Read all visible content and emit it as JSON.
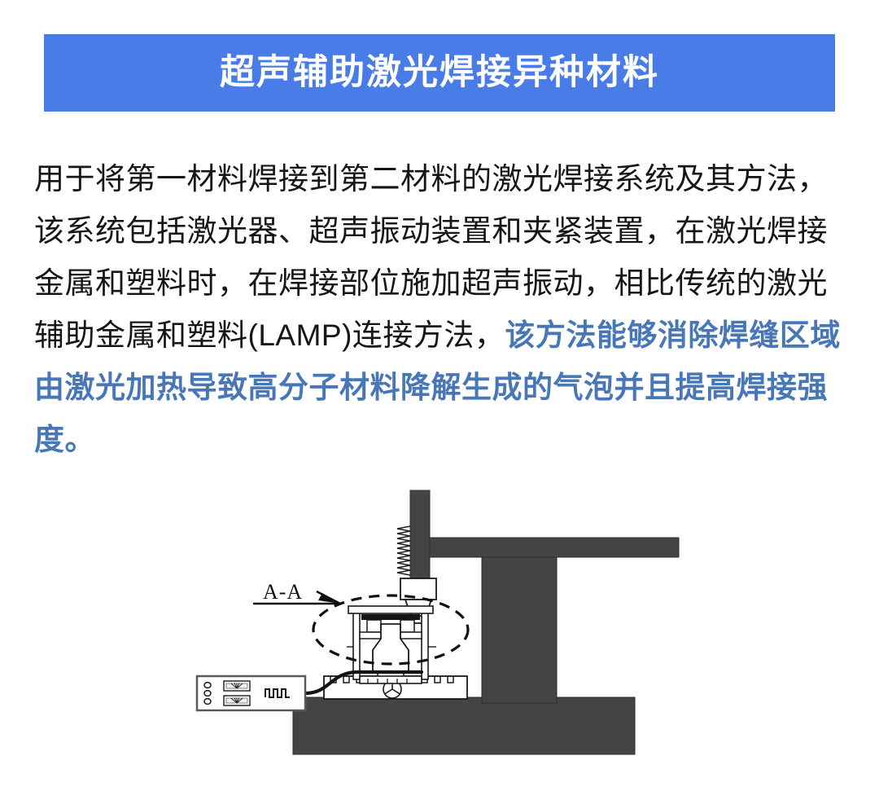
{
  "banner": {
    "title": "超声辅助激光焊接异种材料",
    "background_color": "#4a7ce8",
    "text_color": "#ffffff"
  },
  "body": {
    "paragraph_plain_1": "用于将第一材料焊接到第二材料的激光焊接系统及其方法，该系统包括激光器、超声振动装置和夹紧装置，在激光焊接金属和塑料时，在焊接部位施加超声振动，相比传统的激光辅助金属和塑料(LAMP)连接方法，",
    "paragraph_highlight": "该方法能够消除焊缝区域由激光加热导致高分子材料降解生成的气泡并且提高焊接强度。",
    "highlight_color": "#4877b8",
    "text_color": "#161616"
  },
  "diagram": {
    "caption_label": "A-A",
    "structure_color": "#444444",
    "outline_color": "#1a1a1a",
    "fill_color": "#ffffff",
    "parts": {
      "gantry_column": "vertical-column",
      "gantry_arm": "horizontal-arm",
      "gantry_pillar": "support-pillar",
      "machine_base": "machine-base",
      "laser_nozzle": "laser-welding-nozzle",
      "spring": "compression-spring",
      "clamp_fixture": "clamping-fixture",
      "ultrasonic_horn": "ultrasonic-vibration-horn",
      "worktable": "t-slot-worktable",
      "handwheel": "three-spoke-handwheel",
      "controller": "ultrasonic-generator-controller",
      "controller_knobs": 3,
      "controller_meters": 2,
      "waveform_icon": "square-wave-icon",
      "cable": "signal-cable",
      "detail_callout": "dashed-ellipse-callout"
    }
  }
}
